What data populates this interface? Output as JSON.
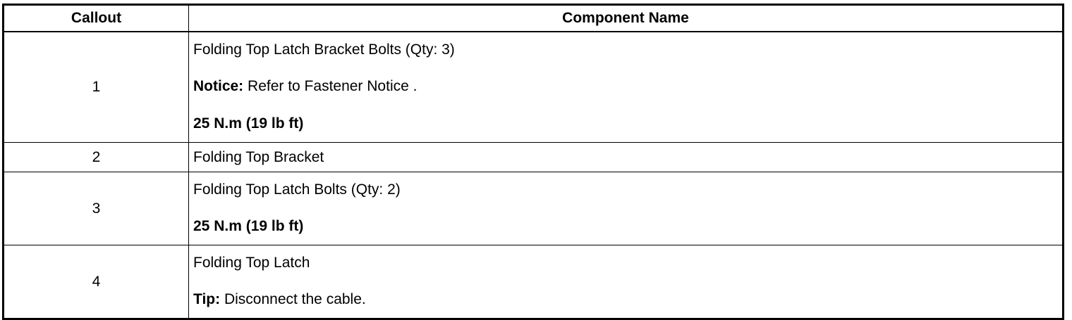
{
  "table": {
    "headers": {
      "callout": "Callout",
      "component": "Component Name"
    },
    "rows": [
      {
        "callout": "1",
        "name": "Folding Top Latch Bracket Bolts (Qty: 3)",
        "notice_label": "Notice:",
        "notice_text": " Refer to Fastener Notice .",
        "torque": "25 N.m (19 lb ft)"
      },
      {
        "callout": "2",
        "name": "Folding Top Bracket"
      },
      {
        "callout": "3",
        "name": "Folding Top Latch Bolts (Qty: 2)",
        "torque": "25 N.m (19 lb ft)"
      },
      {
        "callout": "4",
        "name": "Folding Top Latch",
        "tip_label": "Tip:",
        "tip_text": " Disconnect the cable."
      }
    ]
  }
}
